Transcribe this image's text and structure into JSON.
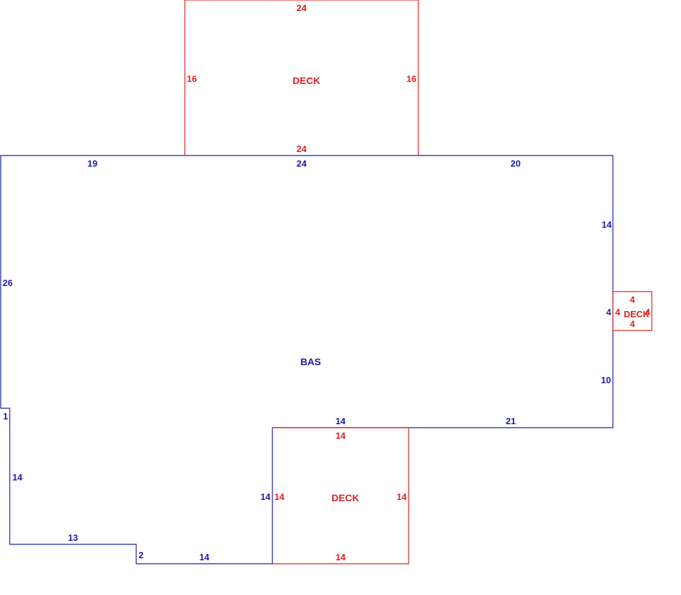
{
  "colors": {
    "main_area": "#1a1aa8",
    "deck": "#e01e1e",
    "background": "#ffffff"
  },
  "areas": {
    "bas": {
      "label": "BAS",
      "dims": {
        "top_left": "19",
        "top_mid": "24",
        "top_right": "20",
        "right_upper": "14",
        "right_notch": "4",
        "right_lower": "10",
        "bottom_right": "21",
        "bottom_mid": "14",
        "inner_vertical": "14",
        "bottom_left": "14",
        "step_short": "2",
        "step_long": "13",
        "left_lower": "14",
        "left_step": "1",
        "left": "26"
      }
    },
    "deck_top": {
      "label": "DECK",
      "dims": {
        "top": "24",
        "left": "16",
        "right": "16",
        "bottom": "24"
      }
    },
    "deck_right": {
      "label": "DECK",
      "dims": {
        "top": "4",
        "left": "4",
        "right": "4",
        "bottom": "4"
      }
    },
    "deck_bottom": {
      "label": "DECK",
      "dims": {
        "top": "14",
        "left": "14",
        "right": "14",
        "bottom": "14"
      }
    }
  }
}
